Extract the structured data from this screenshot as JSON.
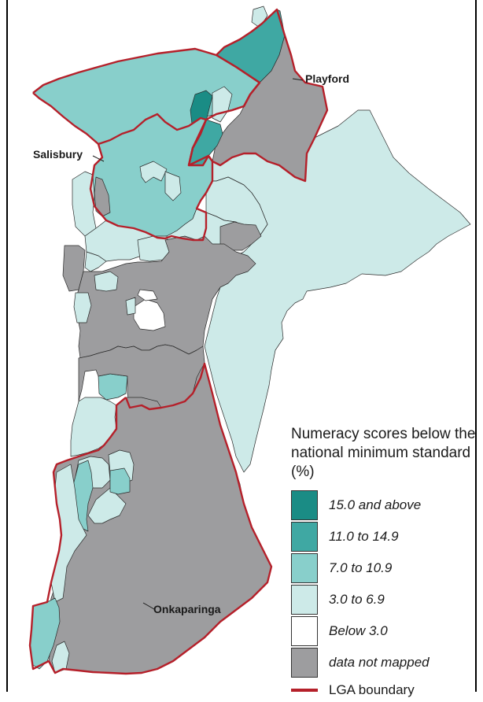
{
  "colors": {
    "c15": "#1a8c85",
    "c11": "#3fa8a3",
    "c7": "#88cfcb",
    "c3": "#cdeae8",
    "below3": "#ffffff",
    "notmapped": "#9d9d9f",
    "boundary": "#b5202a",
    "outline": "#2a2a2a"
  },
  "labels": {
    "playford": "Playford",
    "salisbury": "Salisbury",
    "onkaparinga": "Onkaparinga"
  },
  "legend": {
    "title": "Numeracy scores below the national minimum standard (%)",
    "items": [
      {
        "label": "15.0 and above",
        "color": "#1a8c85"
      },
      {
        "label": "11.0 to 14.9",
        "color": "#3fa8a3"
      },
      {
        "label": "7.0 to 10.9",
        "color": "#88cfcb"
      },
      {
        "label": "3.0 to 6.9",
        "color": "#cdeae8"
      },
      {
        "label": "Below 3.0",
        "color": "#ffffff"
      },
      {
        "label": "data not mapped",
        "color": "#9d9d9f"
      }
    ],
    "boundary_label": "LGA boundary"
  }
}
